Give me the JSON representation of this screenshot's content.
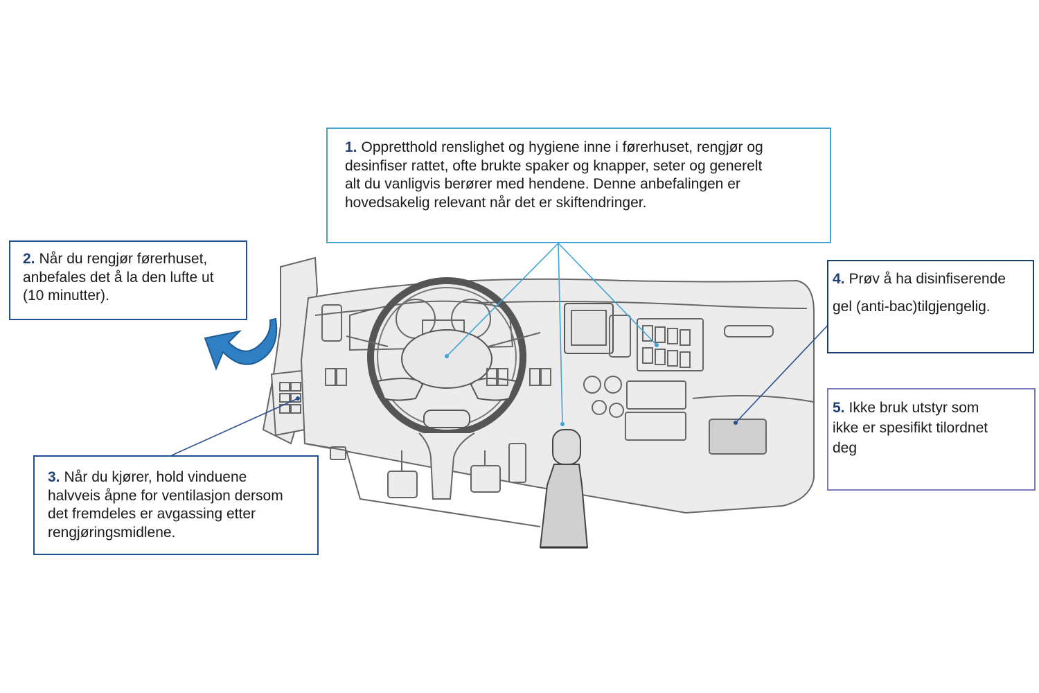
{
  "callouts": [
    {
      "number": "1.",
      "lines": [
        "Oppretthold renslighet og hygiene inne i førerhuset, rengjør og",
        "desinfiser rattet, ofte brukte spaker og knapper, seter og generelt",
        "alt du vanligvis berører med hendene. Denne anbefalingen er",
        "hovedsakelig relevant når det er skiftendringer."
      ]
    },
    {
      "number": "2.",
      "lines": [
        "Når du rengjør førerhuset,",
        "anbefales det å la den lufte ut",
        "(10 minutter)."
      ]
    },
    {
      "number": "3.",
      "lines": [
        "Når du kjører, hold vinduene",
        "halvveis åpne for ventilasjon dersom",
        "det fremdeles er avgassing etter",
        "rengjøringsmidlene."
      ]
    },
    {
      "number": "4.",
      "lines": [
        "Prøv å ha disinfiserende",
        "gel (anti-bac)tilgjengelig."
      ]
    },
    {
      "number": "5.",
      "lines": [
        "Ikke bruk utstyr som",
        "ikke er spesifikt  tilordnet",
        "deg"
      ]
    }
  ],
  "colors": {
    "callout1_border": "#3fa4d6",
    "callout_border_dark": "#1f4f8f",
    "callout5_border": "#7b79bd",
    "number_text": "#1f3f73",
    "leader_line_light": "#3fa4d6",
    "leader_line_dark": "#2a4f8f",
    "arrow_fill": "#2f7fc4"
  },
  "icons": {
    "ventilation_arrow": "curved-arrow-icon",
    "cab_illustration": "truck-dashboard-illustration"
  }
}
